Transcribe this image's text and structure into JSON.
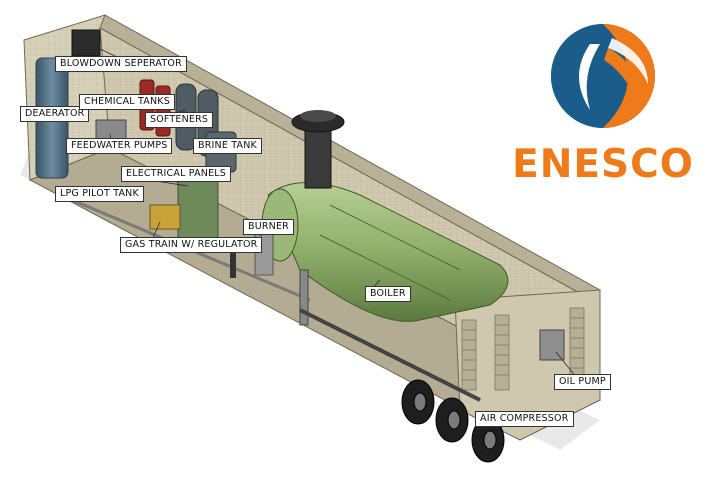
{
  "brand": {
    "name": "ENESCO",
    "colors": {
      "orange": "#ef7a1a",
      "blue": "#1a5d8a"
    }
  },
  "diagram": {
    "labels": {
      "blowdown_separator": "BLOWDOWN SEPERATOR",
      "deaerator": "DEAERATOR",
      "chemical_tanks": "CHEMICAL TANKS",
      "softeners": "SOFTENERS",
      "feedwater_pumps": "FEEDWATER PUMPS",
      "brine_tank": "BRINE TANK",
      "electrical_panels": "ELECTRICAL PANELS",
      "lpg_pilot_tank": "LPG PILOT TANK",
      "burner": "BURNER",
      "gas_train": "GAS TRAIN W/ REGULATOR",
      "boiler": "BOILER",
      "oil_pump": "OIL PUMP",
      "air_compressor": "AIR COMPRESSOR"
    },
    "colors": {
      "trailer": "#c9c2a8",
      "trailer_dark": "#9e9780",
      "boiler": "#8fae6a",
      "deaerator": "#4f6f82",
      "tanks_red": "#9b2a24",
      "stack": "#3a3a3a"
    }
  }
}
